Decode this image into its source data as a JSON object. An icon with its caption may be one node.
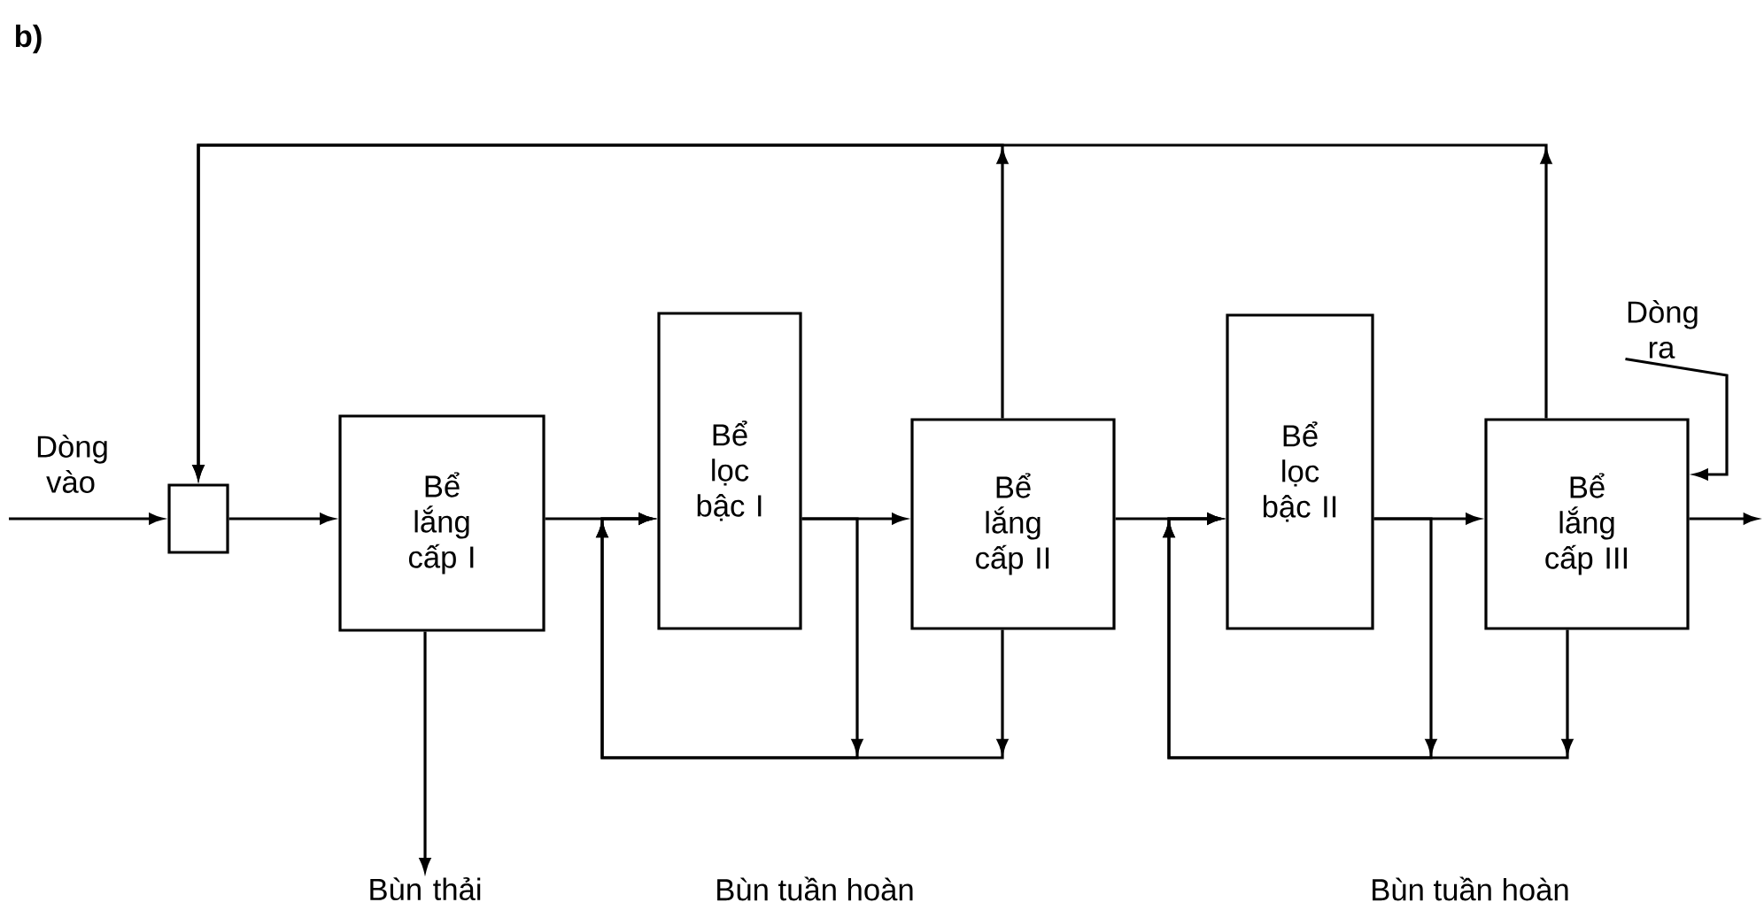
{
  "diagram": {
    "nodes": [
      {
        "text": [],
        "shape": "box"
      },
      {
        "text": [
          "Bể lắng cấp I"
        ]
      },
      {
        "text": [
          "Bể lọc bậc I"
        ]
      },
      {
        "text": [
          "Bể lắng cấp II"
        ]
      },
      {
        "text": [
          "Bể lọc bậc II"
        ]
      },
      {
        "text": [
          "Bể lắng cấp III"
        ]
      },
      {
        "text": [
          "Dòng ra"
        ]
      },
      {
        "text": [
          "Bùn thải"
        ]
      }
    ],
    "edges": [
      {
        "from": null,
        "to": 0,
        "arrow": "to",
        "label": "Dòng vào"
      },
      {
        "from": 0,
        "to": 1,
        "arrow": "to"
      },
      {
        "from": 1,
        "to": 2,
        "arrow": "to"
      },
      {
        "from": 2,
        "to": 3,
        "arrow": "to"
      },
      {
        "from": 3,
        "to": 4,
        "arrow": "to"
      },
      {
        "from": 4,
        "to": 5,
        "arrow": "to"
      },
      {
        "from": 5,
        "to": null,
        "arrow": "to"
      },
      {
        "from": 1,
        "to": 7,
        "arrow": "to"
      },
      {
        "from": 3,
        "to": 0,
        "arrow": "to"
      },
      {
        "from": 5,
        "to": 0,
        "arrow": "to"
      },
      {
        "from": 3,
        "to": 2,
        "arrow": "to"
      },
      {
        "from": 2,
        "to": 2,
        "arrow": "to"
      },
      {
        "from": 5,
        "to": 4,
        "arrow": "to"
      },
      {
        "from": 4,
        "to": 4,
        "arrow": "to"
      },
      {
        "from": 6,
        "to": 5,
        "arrow": "to"
      }
    ],
    "labels": [
      "b)",
      "Bùn tuần hoàn",
      "Bùn tuần hoàn"
    ]
  }
}
